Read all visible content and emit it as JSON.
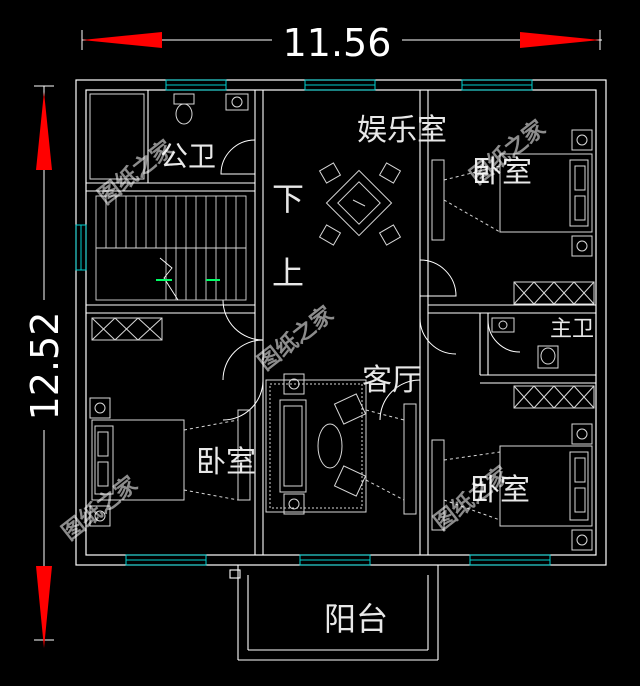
{
  "dimensions": {
    "width": "11.56",
    "height": "12.52"
  },
  "rooms": {
    "shared_bath": "公卫",
    "entertainment": "娱乐室",
    "bedroom_ne": "卧室",
    "master_bath": "主卫",
    "living": "客厅",
    "bedroom_w": "卧室",
    "bedroom_se": "卧室",
    "balcony": "阳台"
  },
  "stairs": {
    "down": "下",
    "up": "上"
  },
  "watermark": "图纸之家",
  "colors": {
    "background": "#000000",
    "wall": "#ffffff",
    "dimension_arrow": "#ff0000",
    "window": "#00d0d0",
    "furniture": "#d8d8d8"
  }
}
